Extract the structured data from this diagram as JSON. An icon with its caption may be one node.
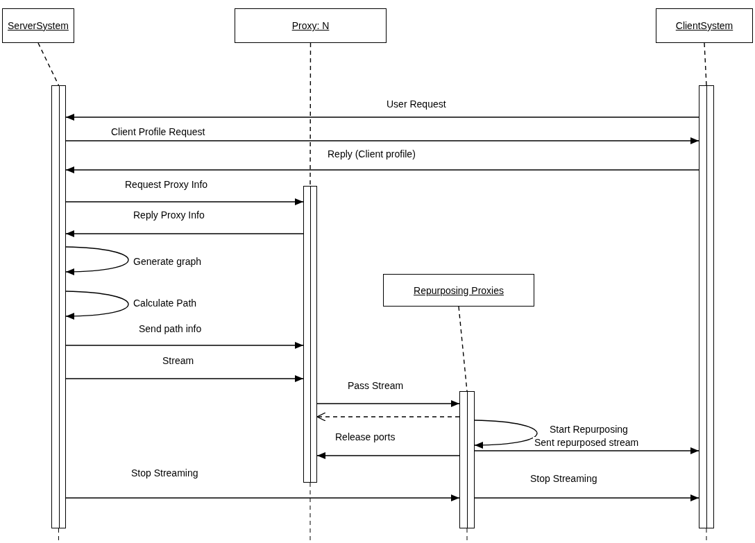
{
  "diagram": {
    "nodes": [
      {
        "text": [
          "ServerSystem"
        ]
      },
      {
        "text": [
          "Proxy: N"
        ]
      },
      {
        "text": [
          "ClientSystem"
        ]
      },
      {
        "text": [],
        "shape": "bar"
      },
      {
        "text": [],
        "shape": "bar"
      },
      {
        "text": [],
        "shape": "bar"
      },
      {
        "text": [
          "Repurposing Proxies"
        ]
      },
      {
        "text": [],
        "shape": "bar"
      }
    ],
    "edges": [
      {
        "from": 0,
        "to": 3,
        "arrow": "none",
        "style": "dashed"
      },
      {
        "from": 1,
        "to": 4,
        "arrow": "none",
        "style": "dashed"
      },
      {
        "from": 2,
        "to": 5,
        "arrow": "none",
        "style": "dashed"
      },
      {
        "from": 6,
        "to": 7,
        "arrow": "none",
        "style": "dashed"
      },
      {
        "from": 5,
        "to": 3,
        "arrow": "to",
        "label": "User Request"
      },
      {
        "from": 3,
        "to": 5,
        "arrow": "to",
        "label": "Client Profile Request"
      },
      {
        "from": 5,
        "to": 3,
        "arrow": "to",
        "label": "Reply (Client profile)"
      },
      {
        "from": 3,
        "to": 4,
        "arrow": "to",
        "label": "Request Proxy Info"
      },
      {
        "from": 4,
        "to": 3,
        "arrow": "to",
        "label": "Reply Proxy Info"
      },
      {
        "from": 3,
        "to": 3,
        "arrow": "to",
        "label": "Generate graph"
      },
      {
        "from": 3,
        "to": 3,
        "arrow": "to",
        "label": "Calculate Path"
      },
      {
        "from": 3,
        "to": 4,
        "arrow": "to",
        "label": "Send path info"
      },
      {
        "from": 3,
        "to": 4,
        "arrow": "to",
        "label": "Stream"
      },
      {
        "from": 4,
        "to": 7,
        "arrow": "to",
        "label": "Pass Stream"
      },
      {
        "from": 7,
        "to": 4,
        "arrow": "to",
        "style": "dashed"
      },
      {
        "from": 7,
        "to": 7,
        "arrow": "to",
        "label": "Start Repurposing"
      },
      {
        "from": 7,
        "to": 4,
        "arrow": "to",
        "label": "Release ports"
      },
      {
        "from": 7,
        "to": 5,
        "arrow": "to",
        "label": "Sent repurposed stream"
      },
      {
        "from": 3,
        "to": 7,
        "arrow": "to",
        "label": "Stop Streaming"
      },
      {
        "from": 7,
        "to": 5,
        "arrow": "to",
        "label": "Stop Streaming"
      }
    ]
  }
}
